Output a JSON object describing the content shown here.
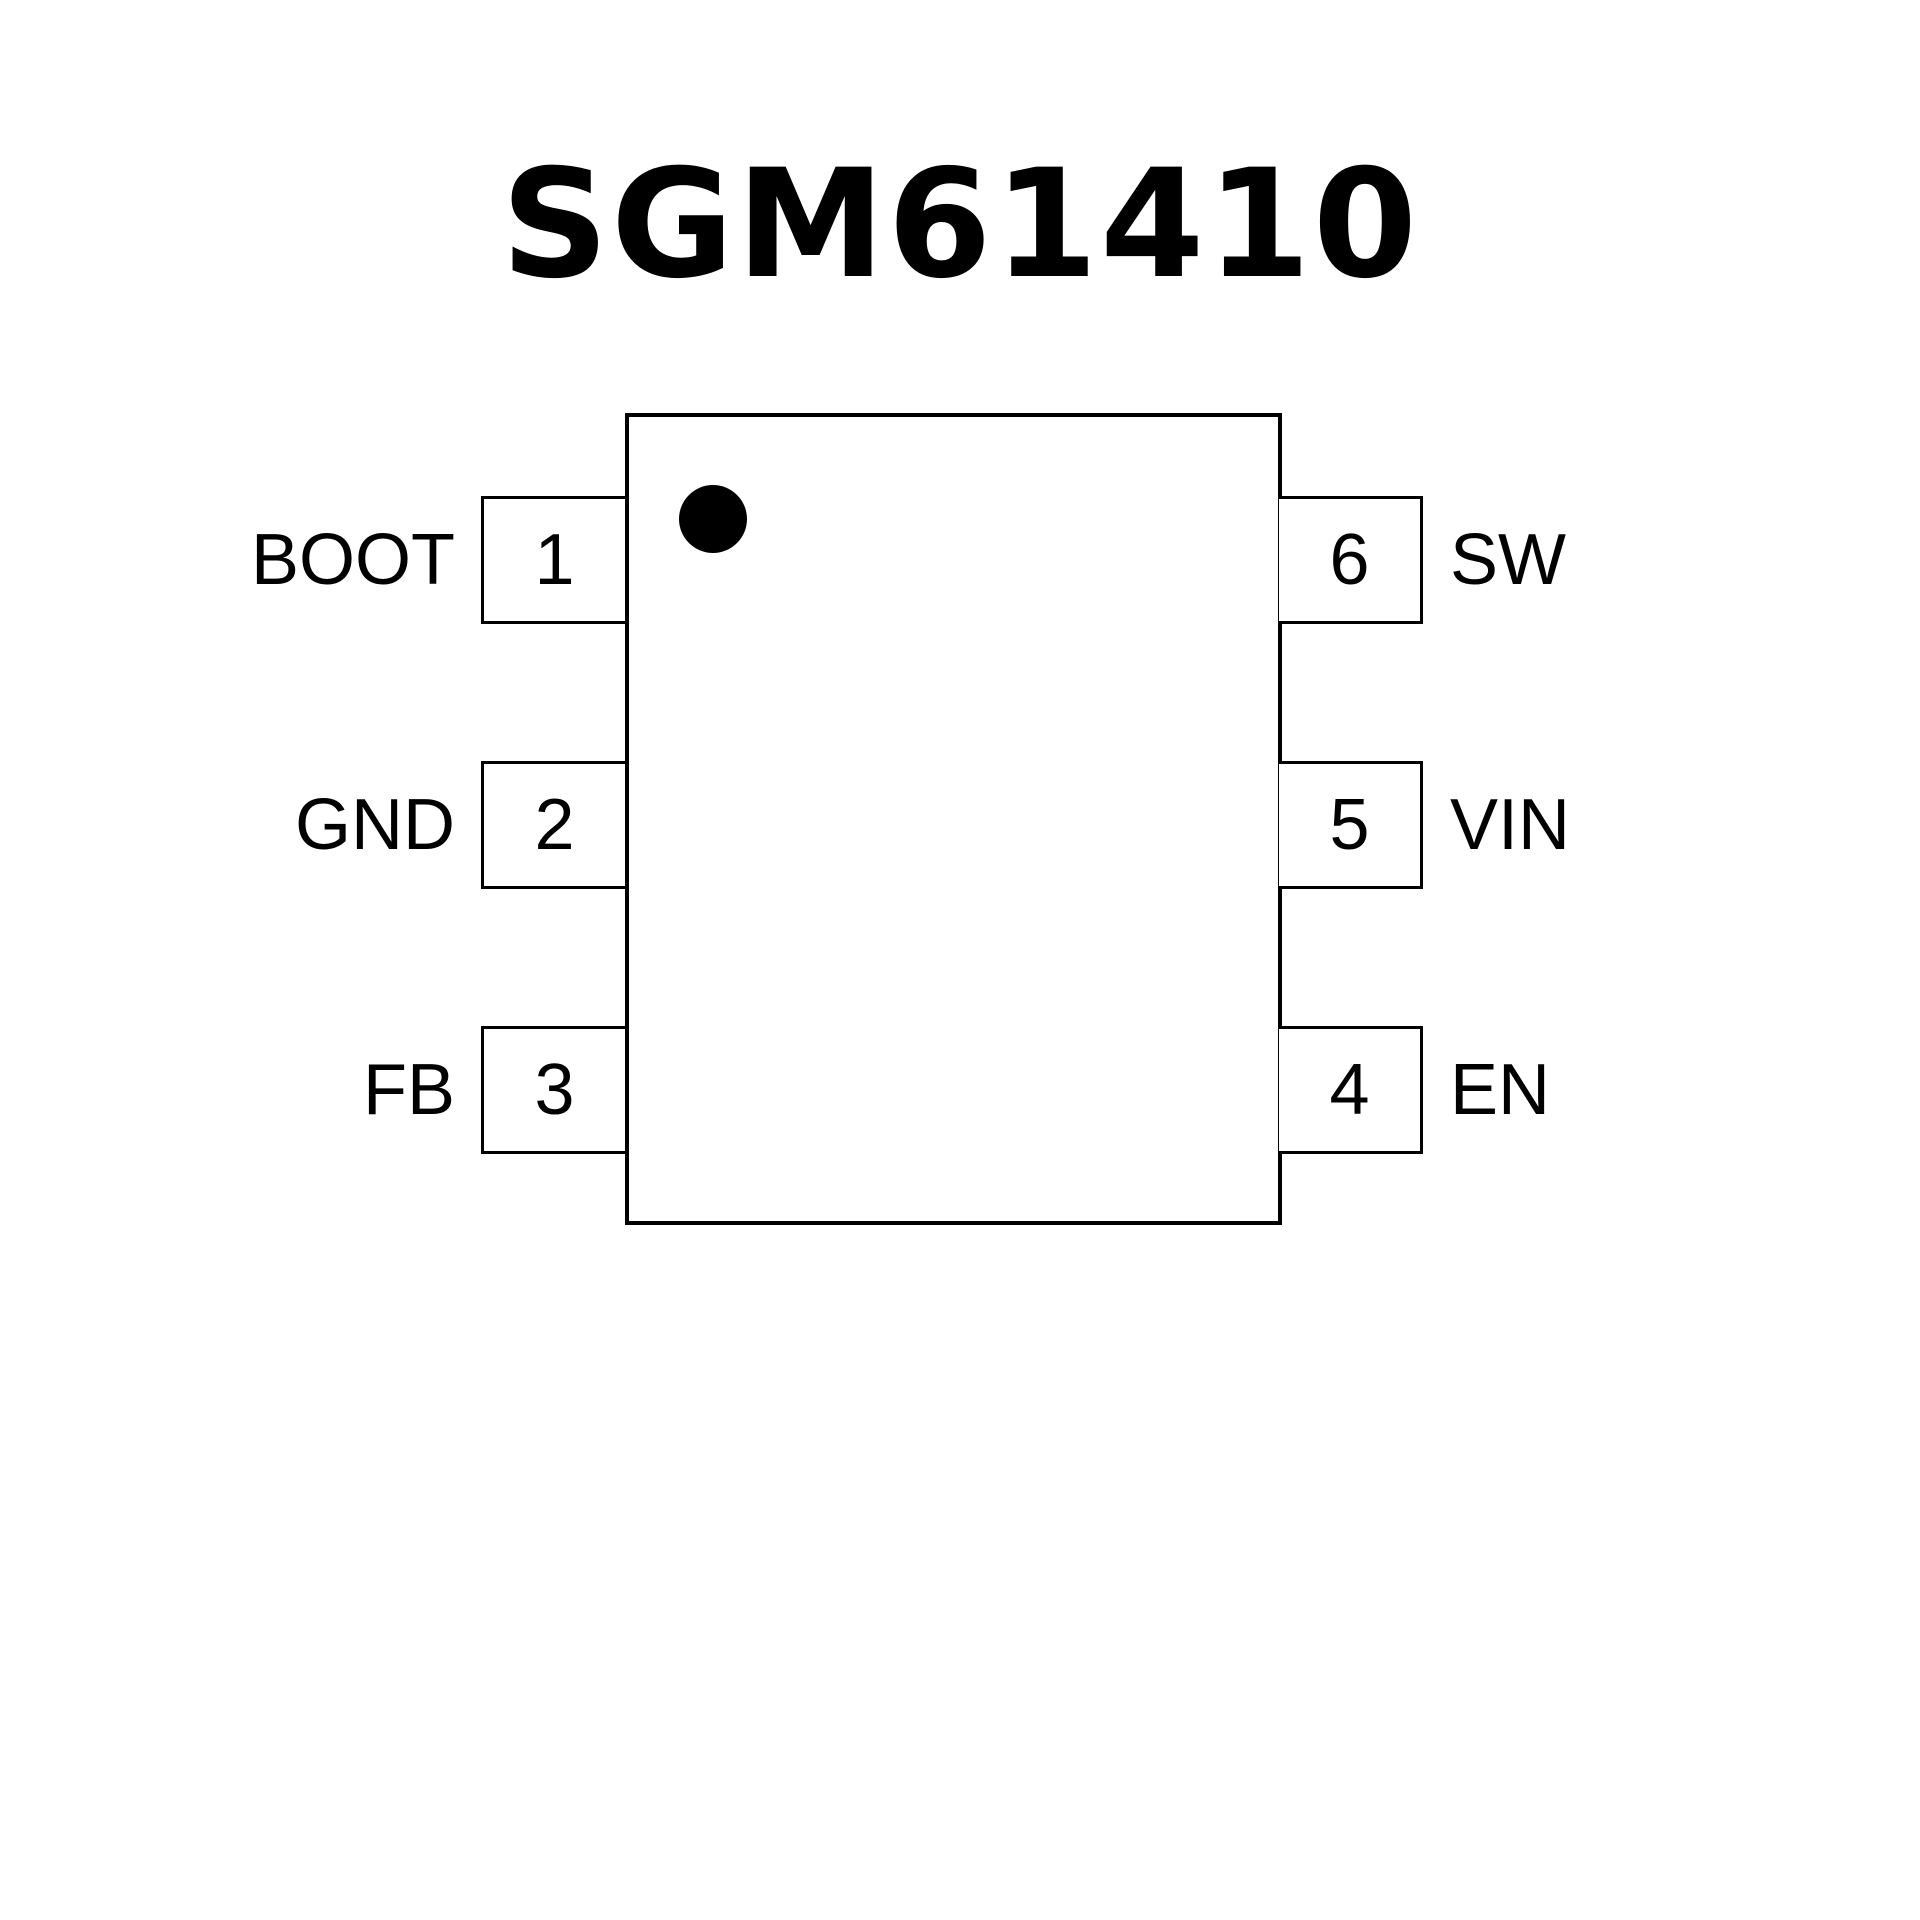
{
  "title": "SGM61410",
  "pins_left": [
    {
      "number": "1",
      "name": "BOOT"
    },
    {
      "number": "2",
      "name": "GND"
    },
    {
      "number": "3",
      "name": "FB"
    }
  ],
  "pins_right": [
    {
      "number": "6",
      "name": "SW"
    },
    {
      "number": "5",
      "name": "VIN"
    },
    {
      "number": "4",
      "name": "EN"
    }
  ]
}
